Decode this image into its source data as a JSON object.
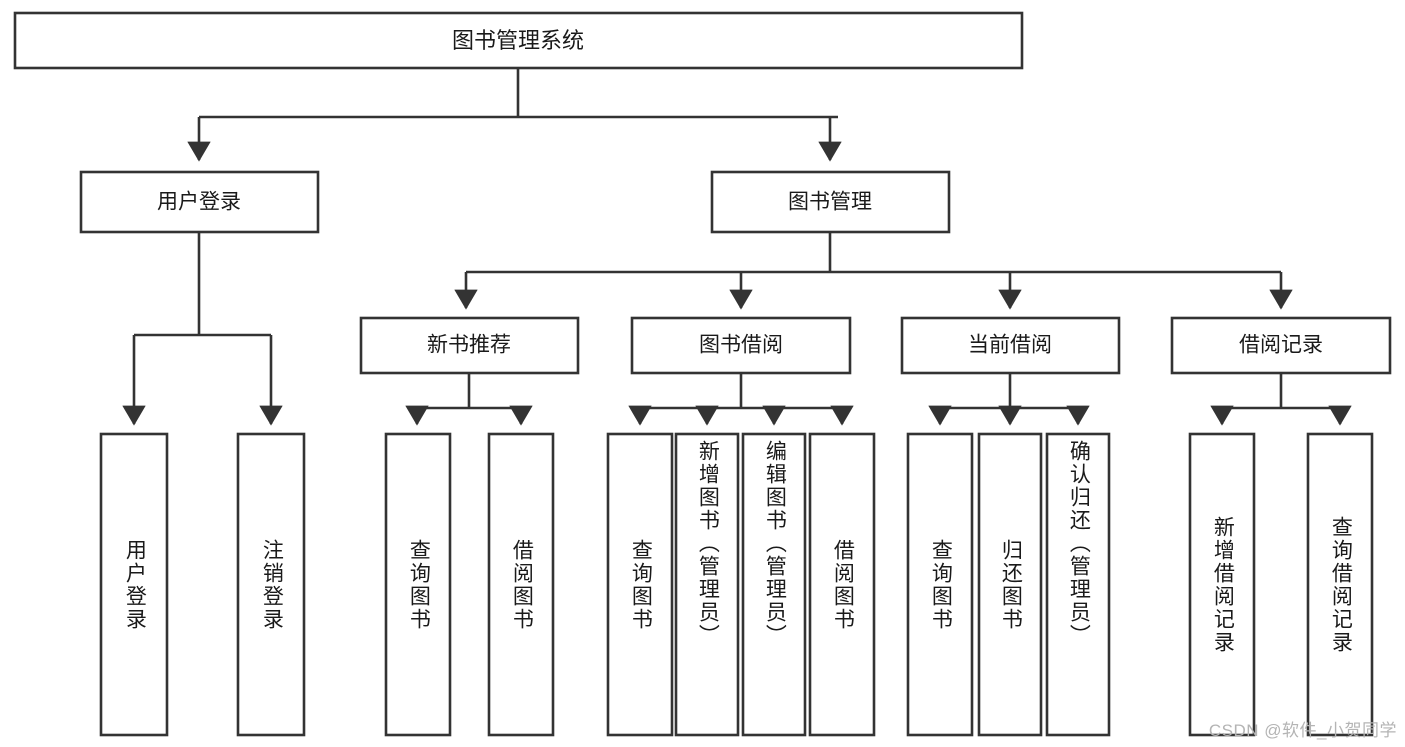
{
  "diagram": {
    "title": "图书管理系统",
    "type": "hierarchy-tree",
    "watermark": "CSDN @软件_小贺同学",
    "colors": {
      "stroke": "#333333",
      "fill": "#ffffff",
      "text": "#1a1a1a",
      "watermark": "#b4b4b4"
    },
    "root": {
      "label": "图书管理系统"
    },
    "level2": [
      {
        "label": "用户登录"
      },
      {
        "label": "图书管理"
      }
    ],
    "level3": [
      {
        "label": "新书推荐"
      },
      {
        "label": "图书借阅"
      },
      {
        "label": "当前借阅"
      },
      {
        "label": "借阅记录"
      }
    ],
    "leaves": {
      "user_login": [
        {
          "label": "用户登录"
        },
        {
          "label": "注销登录"
        }
      ],
      "new_book_recommend": [
        {
          "label": "查询图书"
        },
        {
          "label": "借阅图书"
        }
      ],
      "book_borrow": [
        {
          "label": "查询图书"
        },
        {
          "label": "新增图书（管理员）"
        },
        {
          "label": "编辑图书（管理员）"
        },
        {
          "label": "借阅图书"
        }
      ],
      "current_borrow": [
        {
          "label": "查询图书"
        },
        {
          "label": "归还图书"
        },
        {
          "label": "确认归还（管理员）"
        }
      ],
      "borrow_record": [
        {
          "label": "新增借阅记录"
        },
        {
          "label": "查询借阅记录"
        }
      ]
    }
  }
}
